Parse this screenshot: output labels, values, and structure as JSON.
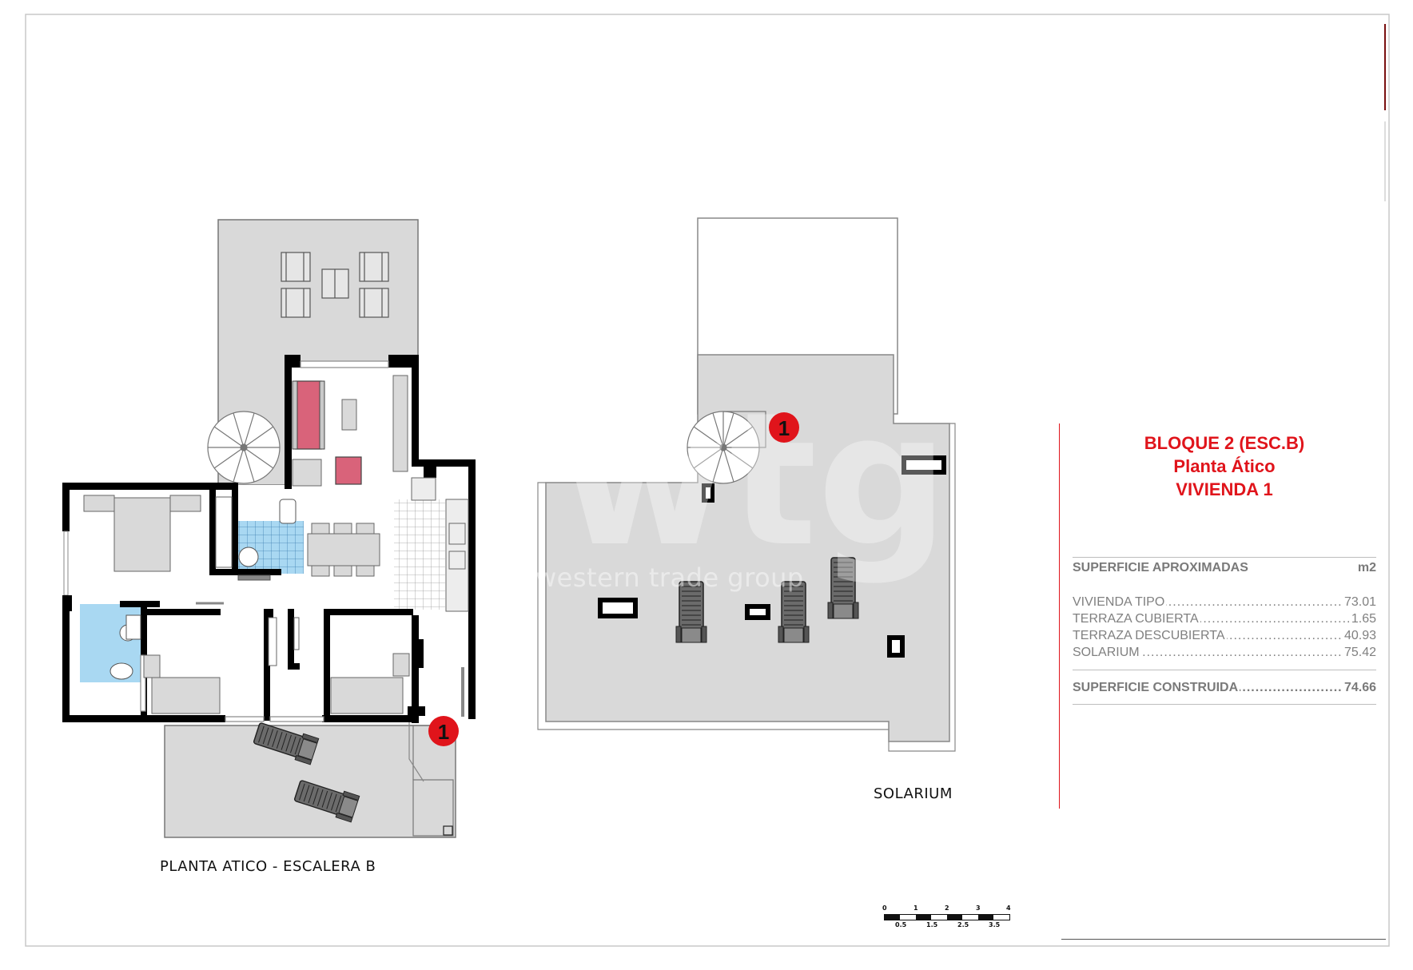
{
  "plan": {
    "floor_label": "PLANTA ATICO - ESCALERA B",
    "roof_label": "SOLARIUM",
    "marker_label": "1",
    "watermark": "western trade group"
  },
  "info": {
    "title_line1": "BLOQUE 2 (ESC.B)",
    "title_line2": "Planta Ático",
    "title_line3": "VIVIENDA 1",
    "header_label": "SUPERFICIE APROXIMADAS",
    "header_unit": "m2",
    "rows": [
      {
        "label": "VIVIENDA TIPO",
        "value": "73.01"
      },
      {
        "label": "TERRAZA CUBIERTA",
        "value": "1.65"
      },
      {
        "label": "TERRAZA DESCUBIERTA",
        "value": "40.93"
      },
      {
        "label": "SOLARIUM",
        "value": "75.42"
      }
    ],
    "total_label": "SUPERFICIE CONSTRUIDA",
    "total_value": "74.66"
  },
  "scale_bar": {
    "major_ticks": [
      "0",
      "1",
      "2",
      "3",
      "4"
    ],
    "minor_ticks": [
      "0.5",
      "1.5",
      "2.5",
      "3.5"
    ]
  },
  "colors": {
    "accent_red": "#e0141b",
    "terrace_grey": "#d9d9d9",
    "sofa_pink": "#d9637a",
    "bath_blue": "#a9d8f2",
    "wall_black": "#000000",
    "info_text_grey": "#808080"
  }
}
